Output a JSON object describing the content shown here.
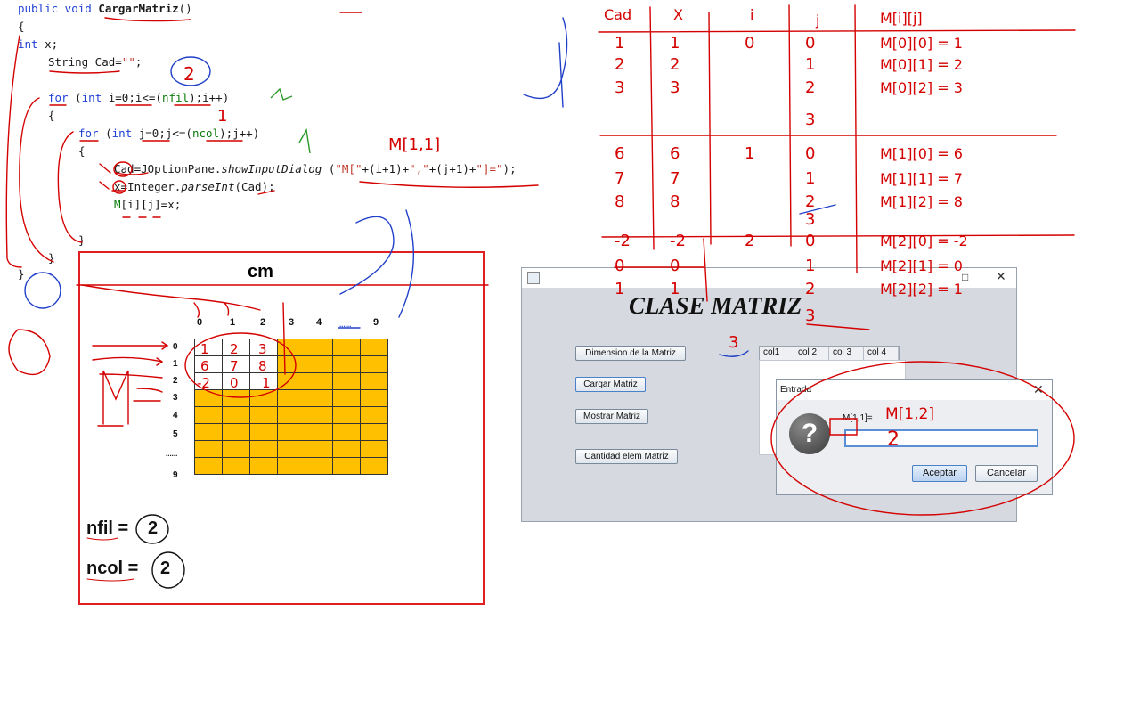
{
  "code": {
    "l1": {
      "a": "public void ",
      "b": "CargarMatriz",
      "c": "()"
    },
    "l2": "{",
    "l3": {
      "a": "int",
      "b": " x;"
    },
    "l4": {
      "a": "String Cad=",
      "b": "\"\"",
      "c": ";"
    },
    "l5": {
      "a": "for",
      "b": " (",
      "c": "int",
      "d": " i=0;i<=(",
      "e": "nfil",
      "f": ");i++)"
    },
    "l6": "{",
    "l7": {
      "a": "for",
      "b": " (",
      "c": "int",
      "d": " j=0;j<=(",
      "e": "ncol",
      "f": ");j++)"
    },
    "l8": "{",
    "l9": {
      "a": "Cad=JOptionPane.",
      "b": "showInputDialog",
      "c": " (",
      "d": "\"M[\"",
      "e": "+(i+1)+",
      "f": "\",\"",
      "g": "+(j+1)+",
      "h": "\"]=\"",
      "i": ");"
    },
    "l10": {
      "a": "x=Integer.",
      "b": "parseInt",
      "c": "(Cad);"
    },
    "l11": {
      "a": "M",
      "b": "[i][j]=x;"
    },
    "l12": "}",
    "l13": "}",
    "l14": "}"
  },
  "matrix": {
    "title": "cm",
    "col_headers": [
      "0",
      "1",
      "2",
      "3",
      "4",
      "......",
      "9"
    ],
    "row_headers": [
      "0",
      "1",
      "2",
      "3",
      "4",
      "5",
      "......",
      "9"
    ],
    "nfil_label": "nfil =",
    "nfil_value": "2",
    "ncol_label": "ncol  =",
    "ncol_value": "2"
  },
  "app": {
    "heading": "CLASE MATRIZ",
    "buttons": [
      "Dimension de la Matriz",
      "Cargar Matriz",
      "Mostrar Matriz",
      "Cantidad elem Matriz"
    ],
    "table_columns": [
      "col1",
      "col 2",
      "col 3",
      "col 4"
    ],
    "dialog": {
      "title": "Entrada",
      "prompt": "M[1,1]=",
      "input_value": "",
      "ok": "Aceptar",
      "cancel": "Cancelar",
      "icon": "question-icon"
    }
  },
  "handwriting": {
    "trace_headers": [
      "Cad",
      "X",
      "i",
      "j",
      "M[i][j]"
    ],
    "trace_rows": [
      {
        "cad": "1",
        "x": "1",
        "i": "0",
        "j": "0",
        "m": "M[0][0] = 1"
      },
      {
        "cad": "2",
        "x": "2",
        "i": "",
        "j": "1",
        "m": "M[0][1] = 2"
      },
      {
        "cad": "3",
        "x": "3",
        "i": "",
        "j": "2",
        "m": "M[0][2] = 3"
      },
      {
        "cad": "",
        "x": "",
        "i": "",
        "j": "3",
        "m": ""
      },
      {
        "cad": "6",
        "x": "6",
        "i": "1",
        "j": "0",
        "m": "M[1][0] = 6"
      },
      {
        "cad": "7",
        "x": "7",
        "i": "",
        "j": "1",
        "m": "M[1][1] = 7"
      },
      {
        "cad": "8",
        "x": "8",
        "i": "",
        "j": "2",
        "m": "M[1][2] = 8"
      },
      {
        "cad": "",
        "x": "",
        "i": "",
        "j": "3",
        "m": ""
      },
      {
        "cad": "-2",
        "x": "-2",
        "i": "2",
        "j": "0",
        "m": "M[2][0] = -2"
      },
      {
        "cad": "0",
        "x": "0",
        "i": "",
        "j": "1",
        "m": "M[2][1] = 0"
      },
      {
        "cad": "1",
        "x": "1",
        "i": "",
        "j": "2",
        "m": "M[2][2] = 1"
      },
      {
        "cad": "",
        "x": "",
        "i": "",
        "j": "3",
        "m": ""
      }
    ],
    "grid_values": [
      "1",
      "2",
      "3",
      "6",
      "7",
      "8",
      "-2",
      "0",
      "1"
    ],
    "matrix_letter": "M",
    "annot_m11": "M[1,1]",
    "annot_m12": "M[1,2]",
    "annot_2": "2",
    "annot_1": "1",
    "annot_3": "3",
    "annot_typed": "2"
  },
  "colors": {
    "ink": "#d40000",
    "blue_ink": "#2140c8",
    "cell_fill": "#ffc000"
  }
}
